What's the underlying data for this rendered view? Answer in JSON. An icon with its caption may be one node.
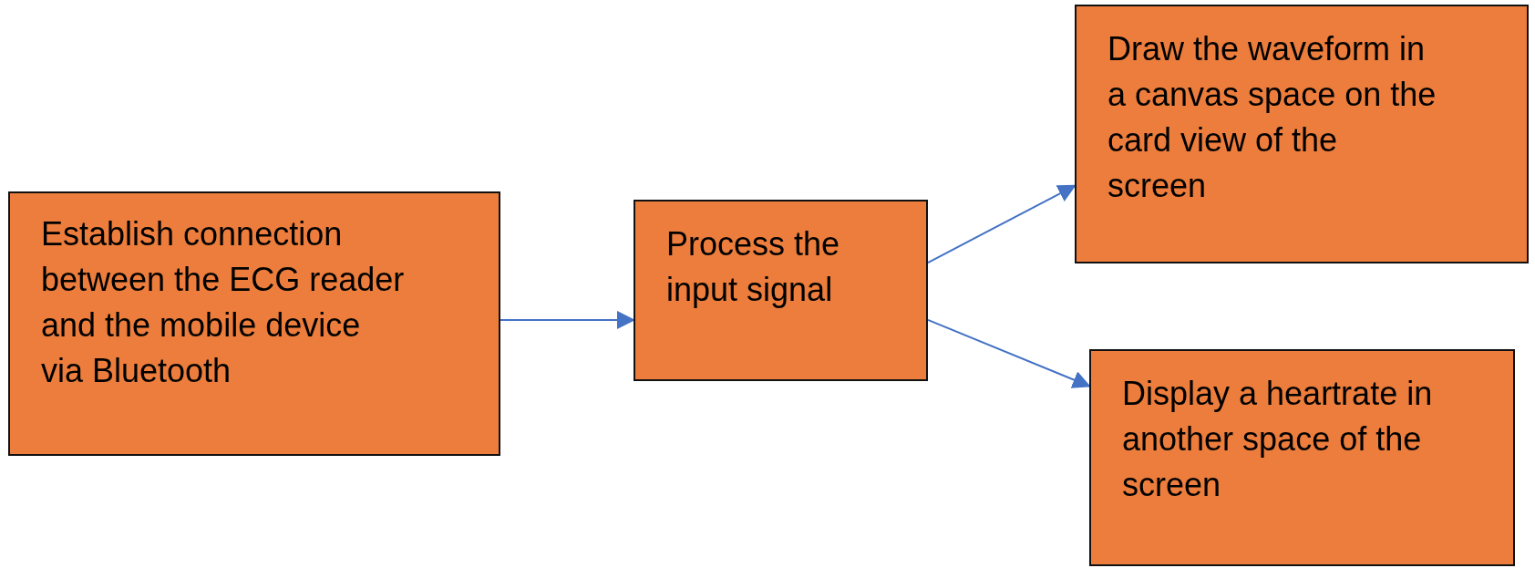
{
  "diagram": {
    "nodes": [
      {
        "text": [
          "Establish connection between the ECG reader and the mobile device via Bluetooth"
        ]
      },
      {
        "text": [
          "Process the input signal"
        ]
      },
      {
        "text": [
          "Draw the waveform in a canvas space on the card view of the screen"
        ]
      },
      {
        "text": [
          "Display a heartrate in another space of the screen"
        ]
      }
    ],
    "edges": [
      {
        "from": 0,
        "to": 1,
        "arrow": "to"
      },
      {
        "from": 1,
        "to": 2,
        "arrow": "to"
      },
      {
        "from": 1,
        "to": 3,
        "arrow": "to"
      }
    ]
  }
}
